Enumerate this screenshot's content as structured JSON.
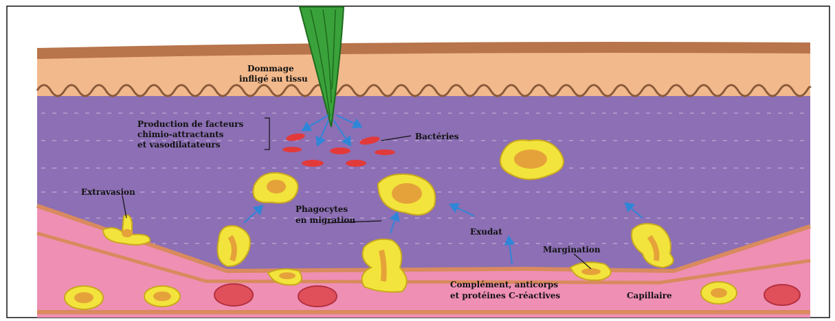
{
  "labels": {
    "dommage_line1": "Dommage",
    "dommage_line2": "infligé au tissu",
    "production_line1": "Production de facteurs",
    "production_line2": "chimio-attractants",
    "production_line3": "et vasodilatateurs",
    "bacteries": "Bactéries",
    "extravasion": "Extravasion",
    "phagocytes_line1": "Phagocytes",
    "phagocytes_line2": "en migration",
    "exudat": "Exudat",
    "margination": "Margination",
    "complement_line1": "Complément, anticorps",
    "complement_line2": "et protéines C-réactives",
    "capillaire": "Capillaire"
  },
  "colors": {
    "epidermis": "#f2b98c",
    "skin_top": "#b8744a",
    "dermis": "#8c6fb4",
    "vessel": "#ef8fb4",
    "phagocyte_outer": "#f2e43c",
    "phagocyte_inner": "#e6a23a",
    "bacteria": "#e23a3a",
    "red_cell": "#e0505a",
    "thorn": "#3aa23a",
    "arrow": "#2f86d8"
  }
}
